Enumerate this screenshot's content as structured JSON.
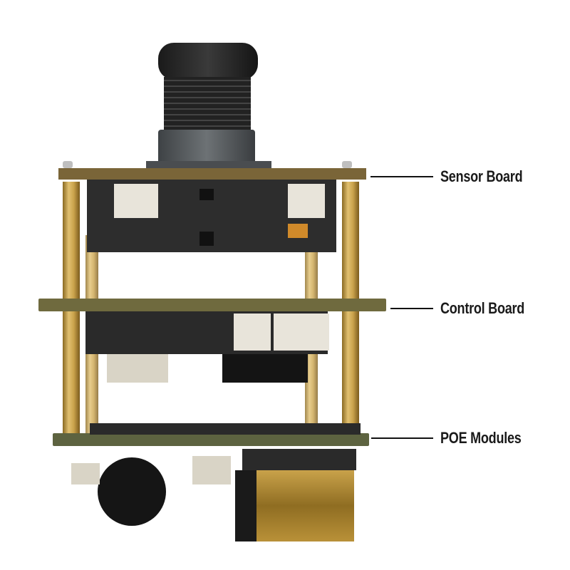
{
  "labels": {
    "sensor_board": "Sensor Board",
    "control_board": "Control Board",
    "poe_modules": "POE Modules"
  },
  "colors": {
    "background": "#ffffff",
    "label_text": "#1a1a1a",
    "leader_line": "#111111",
    "pcb_dark": "#2b2b2b",
    "brass": "#c8a24a"
  }
}
